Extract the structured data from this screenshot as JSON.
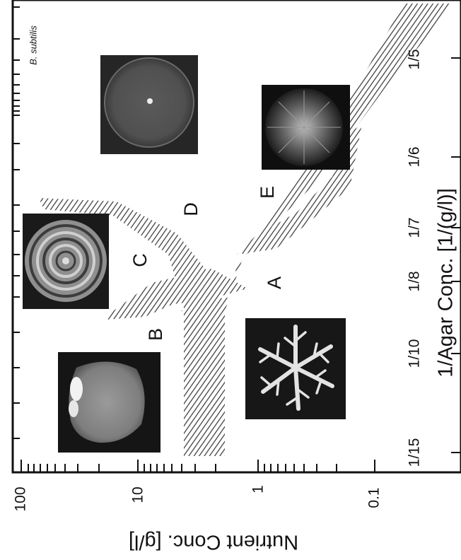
{
  "species_label": "B. subtilis",
  "x_axis": {
    "label": "Nutrient Conc. [g/l]",
    "ticks": [
      "100",
      "10",
      "1",
      "0.1"
    ],
    "scale": "log"
  },
  "y_axis": {
    "label": "1/Agar Conc. [1/(g/l)]",
    "ticks": [
      "1/5",
      "1/6",
      "1/7",
      "1/8",
      "1/10",
      "1/15"
    ]
  },
  "phases": [
    {
      "id": "A",
      "label": "A"
    },
    {
      "id": "B",
      "label": "B"
    },
    {
      "id": "C",
      "label": "C"
    },
    {
      "id": "D",
      "label": "D"
    },
    {
      "id": "E",
      "label": "E"
    }
  ],
  "colony_images": [
    {
      "phase": "A",
      "icon": "dla-dendritic-colony"
    },
    {
      "phase": "B",
      "icon": "eden-compact-colony"
    },
    {
      "phase": "C",
      "icon": "concentric-ring-colony"
    },
    {
      "phase": "D",
      "icon": "homogeneous-spreading-colony"
    },
    {
      "phase": "E",
      "icon": "dense-branching-colony"
    }
  ],
  "colors": {
    "ink": "#111111",
    "hatch": "#333333",
    "background": "#ffffff"
  }
}
